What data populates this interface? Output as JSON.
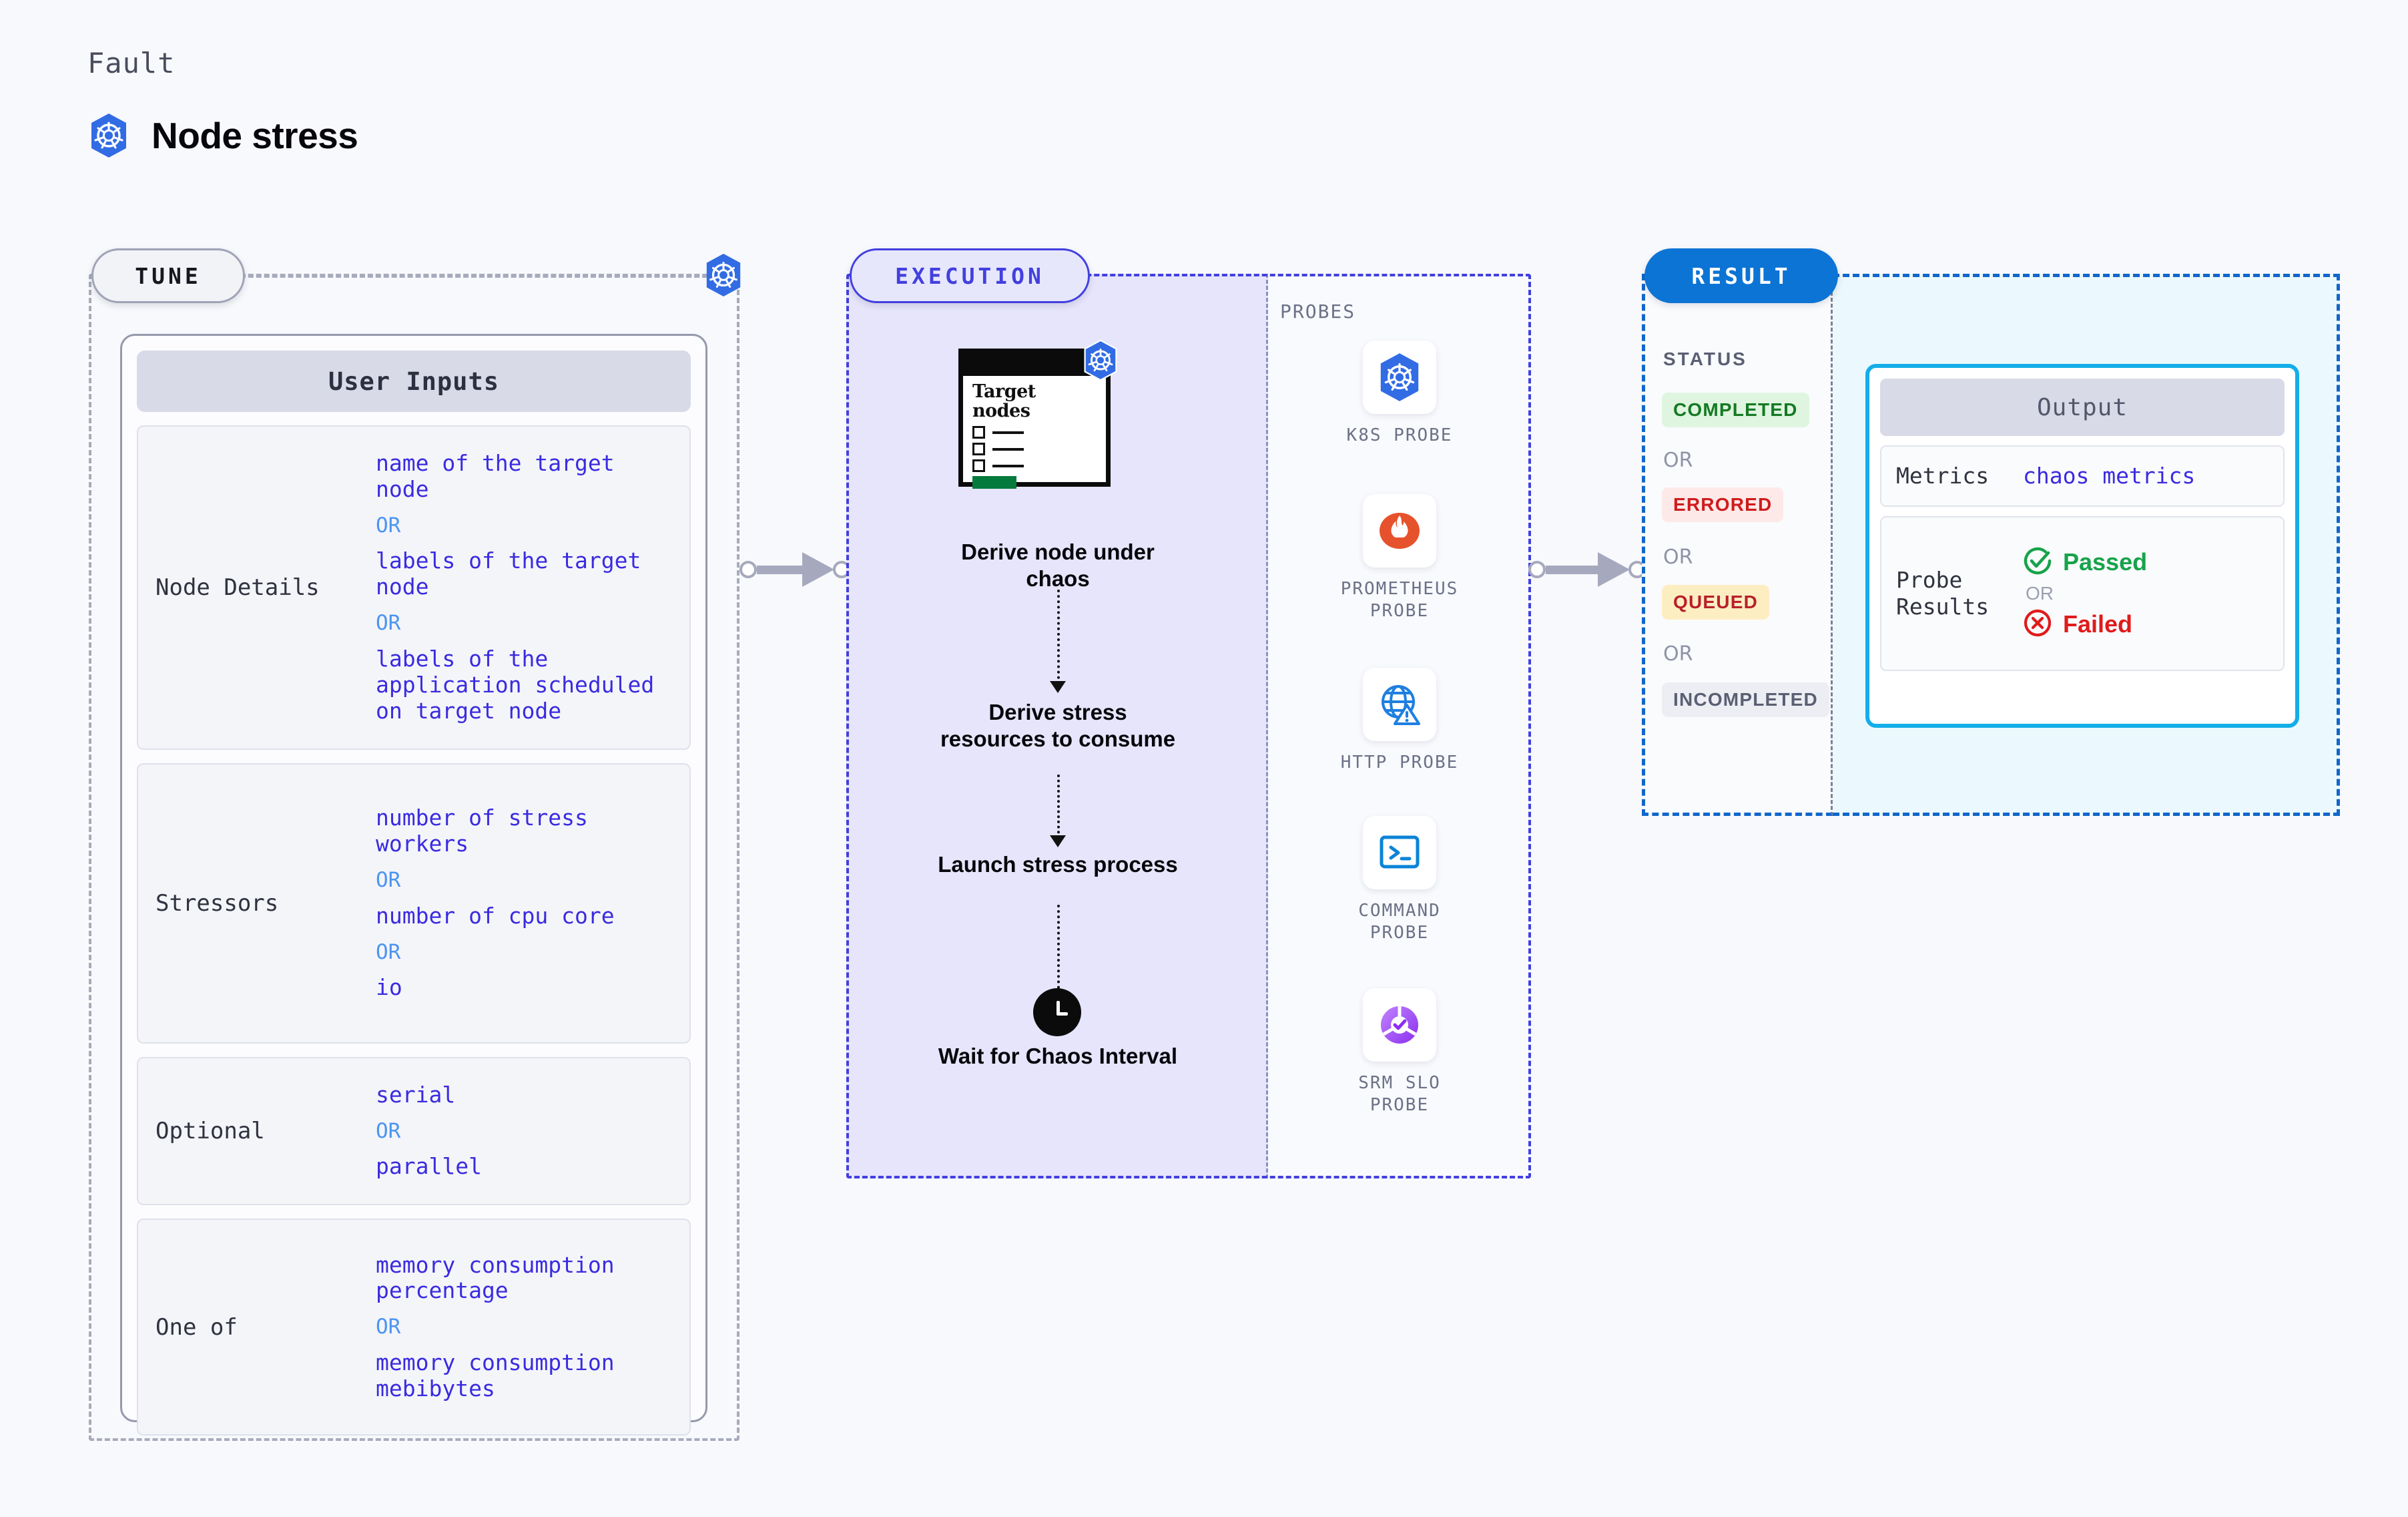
{
  "header": {
    "kicker": "Fault",
    "title": "Node stress",
    "logo_icon": "kubernetes-icon"
  },
  "tune": {
    "pill_label": "TUNE",
    "badge_icon": "kubernetes-icon",
    "card_title": "User Inputs",
    "rows": [
      {
        "label": "Node Details",
        "values": [
          "name of the target\nnode",
          "OR",
          "labels of the\ntarget node",
          "OR",
          "labels of the application\n scheduled on target node"
        ]
      },
      {
        "label": "Stressors",
        "values": [
          "number of stress\nworkers",
          "OR",
          "number of cpu\ncore",
          "OR",
          "io"
        ]
      },
      {
        "label": "Optional",
        "values": [
          "serial",
          "OR",
          "parallel"
        ]
      },
      {
        "label": "One of",
        "values": [
          "memory consumption\npercentage",
          "OR",
          "memory consumption\nmebibytes"
        ]
      }
    ]
  },
  "execution": {
    "pill_label": "EXECUTION",
    "card": {
      "title": "Target\nnodes",
      "badge_icon": "kubernetes-icon",
      "checkbox_count": 3
    },
    "steps": [
      "Derive node under chaos",
      "Derive stress resources to consume",
      "Launch stress process",
      "Wait for Chaos Interval"
    ],
    "clock_icon": "clock-icon",
    "probes_label": "PROBES",
    "probes": [
      {
        "label": "K8S PROBE",
        "icon": "kubernetes-icon"
      },
      {
        "label": "PROMETHEUS\nPROBE",
        "icon": "prometheus-icon"
      },
      {
        "label": "HTTP PROBE",
        "icon": "globe-warning-icon"
      },
      {
        "label": "COMMAND\nPROBE",
        "icon": "terminal-icon"
      },
      {
        "label": "SRM SLO\nPROBE",
        "icon": "srm-slo-icon"
      }
    ]
  },
  "result": {
    "pill_label": "RESULT",
    "status_label": "STATUS",
    "or_label": "OR",
    "statuses": [
      {
        "label": "COMPLETED",
        "color": "#157A23",
        "bg": "#DFF5E0"
      },
      {
        "label": "ERRORED",
        "color": "#CF1C1C",
        "bg": "#FDE9E8"
      },
      {
        "label": "QUEUED",
        "color": "#B8202B",
        "bg": "#FDEEC2"
      },
      {
        "label": "INCOMPLETED",
        "color": "#5A5F73",
        "bg": "#EDEEF3"
      }
    ],
    "output": {
      "title": "Output",
      "metrics_label": "Metrics",
      "metrics_value": "chaos metrics",
      "probe_results_label": "Probe\nResults",
      "passed_label": "Passed",
      "failed_label": "Failed",
      "or_label": "OR",
      "passed_icon": "check-circle-icon",
      "failed_icon": "x-circle-icon"
    }
  },
  "colors": {
    "accent_blue": "#3A2BE0",
    "or_blue": "#4D95F0",
    "result_blue": "#0C74D4",
    "cyan": "#14AEE8",
    "green": "#16A34A",
    "red": "#E01B1B"
  }
}
